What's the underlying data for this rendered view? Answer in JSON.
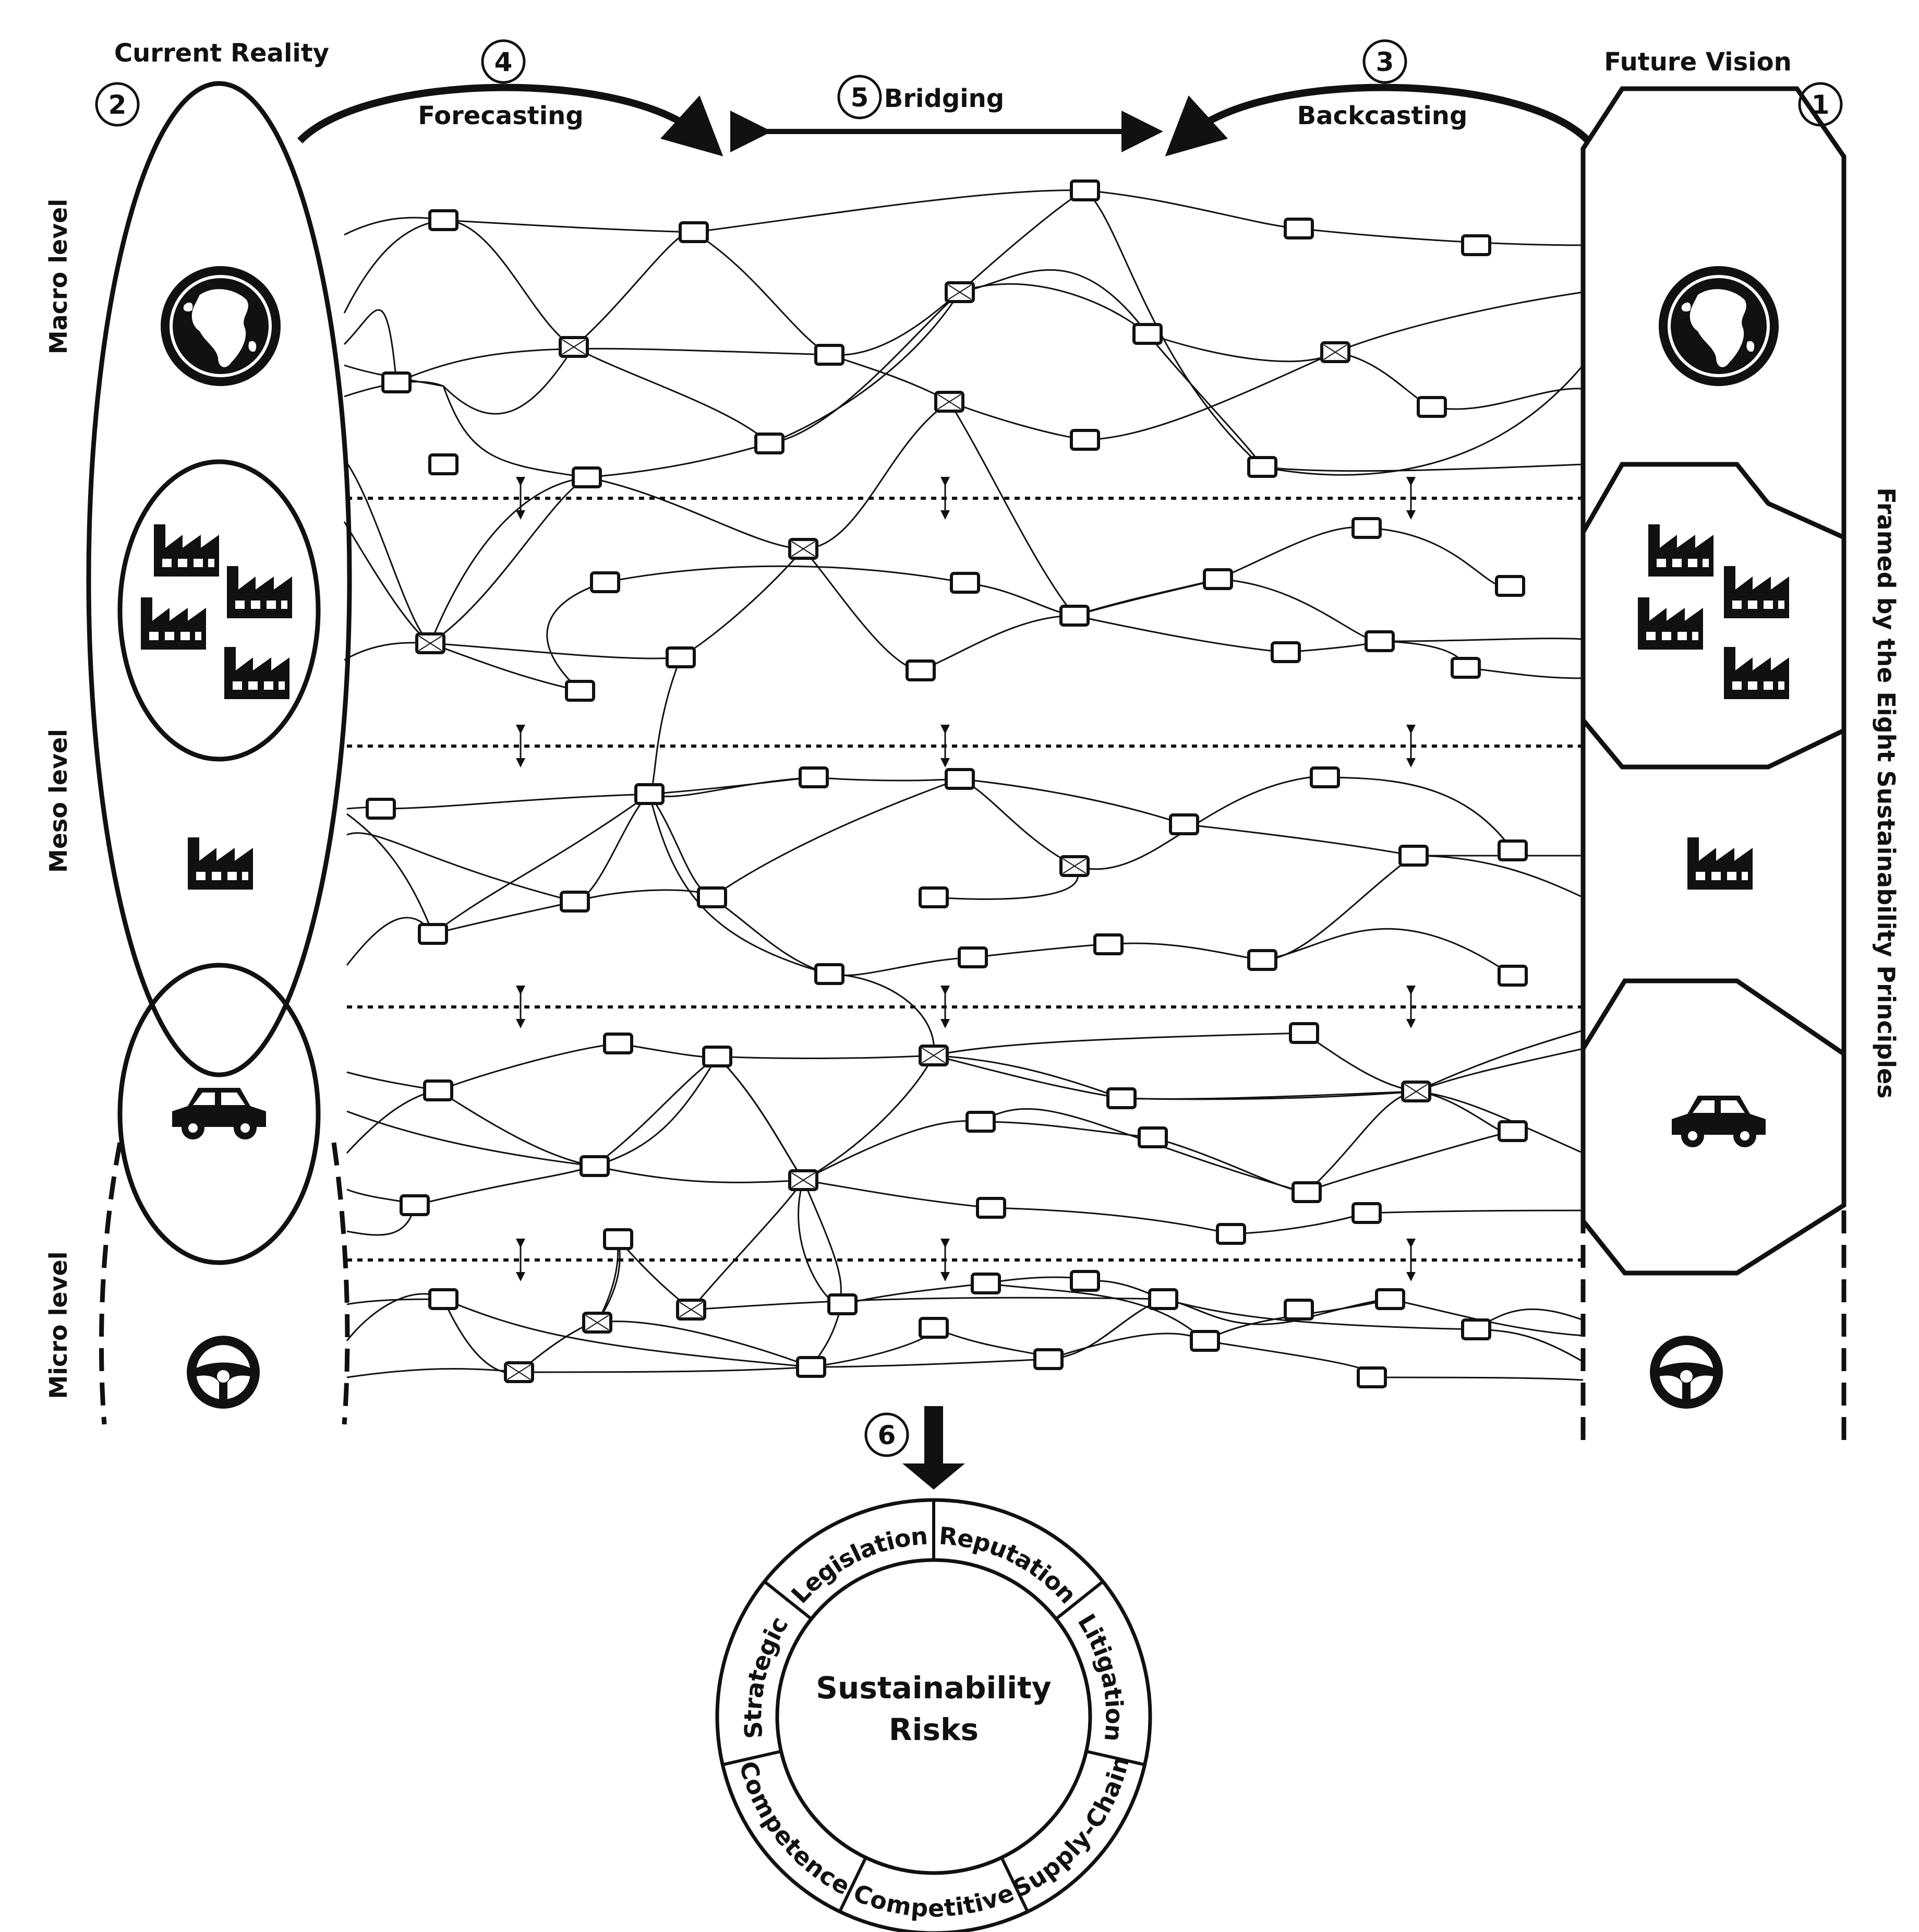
{
  "header": {
    "current_reality": "Current Reality",
    "future_vision": "Future Vision",
    "forecasting": "Forecasting",
    "backcasting": "Backcasting",
    "bridging": "Bridging"
  },
  "steps": {
    "s1": "1",
    "s2": "2",
    "s3": "3",
    "s4": "4",
    "s5": "5",
    "s6": "6"
  },
  "levels": {
    "macro": "Macro level",
    "meso": "Meso level",
    "micro": "Micro level"
  },
  "side_label": "Framed by the Eight Sustainability Principles",
  "risks": {
    "center_line1": "Sustainability",
    "center_line2": "Risks",
    "segments": [
      "Legislation",
      "Reputation",
      "Litigation",
      "Supply-Chain",
      "Competitive",
      "Competence",
      "Strategic"
    ]
  },
  "icons": {
    "globe": "globe-icon",
    "factories": "factory-icon",
    "car": "car-icon",
    "steering_wheel": "steering-wheel-icon"
  },
  "colors": {
    "ink": "#111111",
    "background": "#ffffff"
  }
}
